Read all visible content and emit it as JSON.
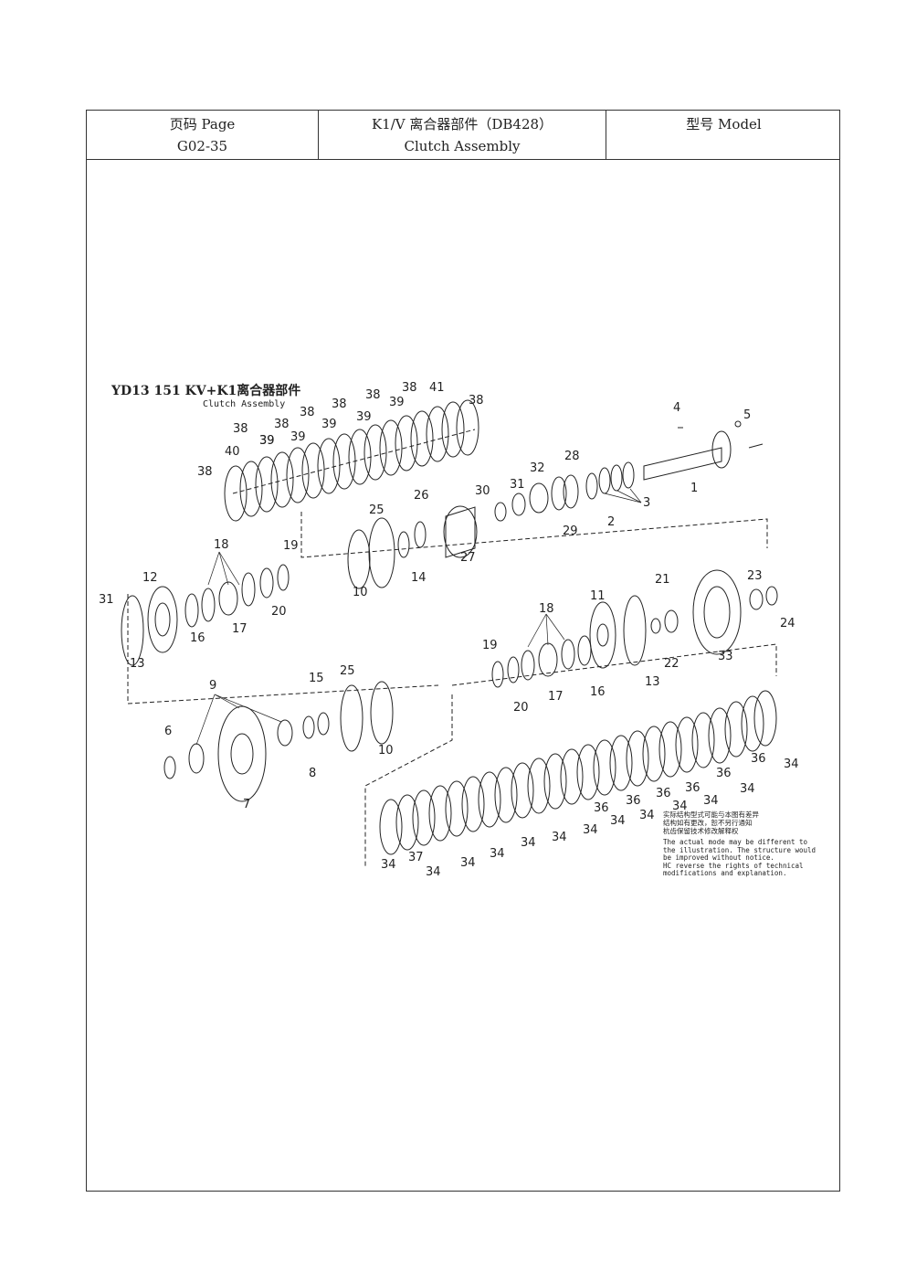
{
  "header": {
    "page_label": "页码 Page",
    "page_value": "G02-35",
    "title_line1": "K1/V 离合器部件（DB428）",
    "title_line2": "Clutch Assembly",
    "model_label": "型号    Model"
  },
  "diagram": {
    "title": "YD13 151 KV+K1离合器部件",
    "subtitle": "Clutch Assembly",
    "note_lines": [
      "实际结构型式可能与本图有差异",
      "结构如有更改，恕不另行通知",
      "杭齿保留技术修改解释权",
      "The actual mode may be different to",
      "the illustration. The structure would",
      "be improved without notice.",
      "HC reverse the rights of technical",
      "modifications and explanation."
    ],
    "callouts": [
      {
        "t": "38"
      },
      {
        "t": "41"
      },
      {
        "t": "38"
      },
      {
        "t": "38"
      },
      {
        "t": "39"
      },
      {
        "t": "38"
      },
      {
        "t": "39"
      },
      {
        "t": "39"
      },
      {
        "t": "38"
      },
      {
        "t": "39"
      },
      {
        "t": "38"
      },
      {
        "t": "39"
      },
      {
        "t": "38"
      },
      {
        "t": "39"
      },
      {
        "t": "40"
      },
      {
        "t": "38"
      },
      {
        "t": "4"
      },
      {
        "t": "5"
      },
      {
        "t": "1"
      },
      {
        "t": "3"
      },
      {
        "t": "2"
      },
      {
        "t": "28"
      },
      {
        "t": "32"
      },
      {
        "t": "29"
      },
      {
        "t": "31"
      },
      {
        "t": "30"
      },
      {
        "t": "27"
      },
      {
        "t": "26"
      },
      {
        "t": "25"
      },
      {
        "t": "14"
      },
      {
        "t": "10"
      },
      {
        "t": "19"
      },
      {
        "t": "18"
      },
      {
        "t": "20"
      },
      {
        "t": "17"
      },
      {
        "t": "16"
      },
      {
        "t": "12"
      },
      {
        "t": "13"
      },
      {
        "t": "31"
      },
      {
        "t": "21"
      },
      {
        "t": "23"
      },
      {
        "t": "24"
      },
      {
        "t": "22"
      },
      {
        "t": "33"
      },
      {
        "t": "11"
      },
      {
        "t": "13"
      },
      {
        "t": "18"
      },
      {
        "t": "19"
      },
      {
        "t": "20"
      },
      {
        "t": "17"
      },
      {
        "t": "16"
      },
      {
        "t": "9"
      },
      {
        "t": "15"
      },
      {
        "t": "25"
      },
      {
        "t": "6"
      },
      {
        "t": "8"
      },
      {
        "t": "10"
      },
      {
        "t": "7"
      },
      {
        "t": "34"
      },
      {
        "t": "36"
      },
      {
        "t": "34"
      },
      {
        "t": "36"
      },
      {
        "t": "34"
      },
      {
        "t": "36"
      },
      {
        "t": "34"
      },
      {
        "t": "36"
      },
      {
        "t": "34"
      },
      {
        "t": "36"
      },
      {
        "t": "34"
      },
      {
        "t": "36"
      },
      {
        "t": "34"
      },
      {
        "t": "34"
      },
      {
        "t": "34"
      },
      {
        "t": "34"
      },
      {
        "t": "34"
      },
      {
        "t": "34"
      },
      {
        "t": "37"
      },
      {
        "t": "34"
      },
      {
        "t": "34"
      },
      {
        "t": "34"
      }
    ]
  }
}
